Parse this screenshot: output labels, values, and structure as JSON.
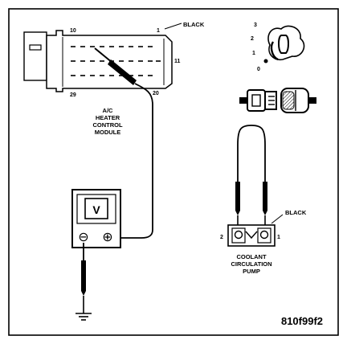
{
  "connector": {
    "color_label": "BLACK",
    "pin_numbers": {
      "top_left": "10",
      "top_right": "1",
      "mid_right": "11",
      "bottom_left": "29",
      "bottom_right": "20"
    }
  },
  "module_label": [
    "A/C",
    "HEATER",
    "CONTROL",
    "MODULE"
  ],
  "meter": {
    "display": "V",
    "neg_symbol": "⊖",
    "pos_symbol": "⊕"
  },
  "ignition": {
    "positions": [
      "3",
      "2",
      "1",
      "0"
    ]
  },
  "pump": {
    "color_label": "BLACK",
    "pin_left": "2",
    "pin_right": "1",
    "label": [
      "COOLANT",
      "CIRCULATION",
      "PUMP"
    ]
  },
  "figure_id": "810f99f2",
  "colors": {
    "ink": "#000000",
    "paper": "#ffffff"
  }
}
